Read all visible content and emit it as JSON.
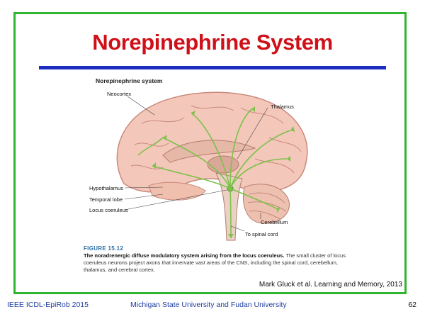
{
  "slide": {
    "title": "Norepinephrine System",
    "credit": "Mark Gluck et al.  Learning and Memory, 2013",
    "footer_left": "IEEE ICDL-EpiRob 2015",
    "footer_center": "Michigan State University and Fudan University",
    "page_number": "62"
  },
  "figure": {
    "heading": "Norepinephrine system",
    "labels": {
      "neocortex": "Neocortex",
      "thalamus": "Thalamus",
      "hypothalamus": "Hypothalamus",
      "temporal_lobe": "Temporal lobe",
      "locus_coeruleus": "Locus coeruleus",
      "cerebellum": "Cerebellum",
      "spinal_cord": "To spinal cord"
    },
    "caption_number": "FIGURE 15.12",
    "caption_bold": "The noradrenergic diffuse modulatory system arising from the locus coeruleus.",
    "caption_body": "The small cluster of locus coeruleus neurons project axons that innervate vast areas of the CNS, including the spinal cord, cerebellum, thalamus, and cerebral cortex."
  },
  "colors": {
    "frame": "#2fb52f",
    "title": "#d01018",
    "rule": "#1c2ec0",
    "footer": "#1f3fa0",
    "pathway": "#7cc24a"
  }
}
